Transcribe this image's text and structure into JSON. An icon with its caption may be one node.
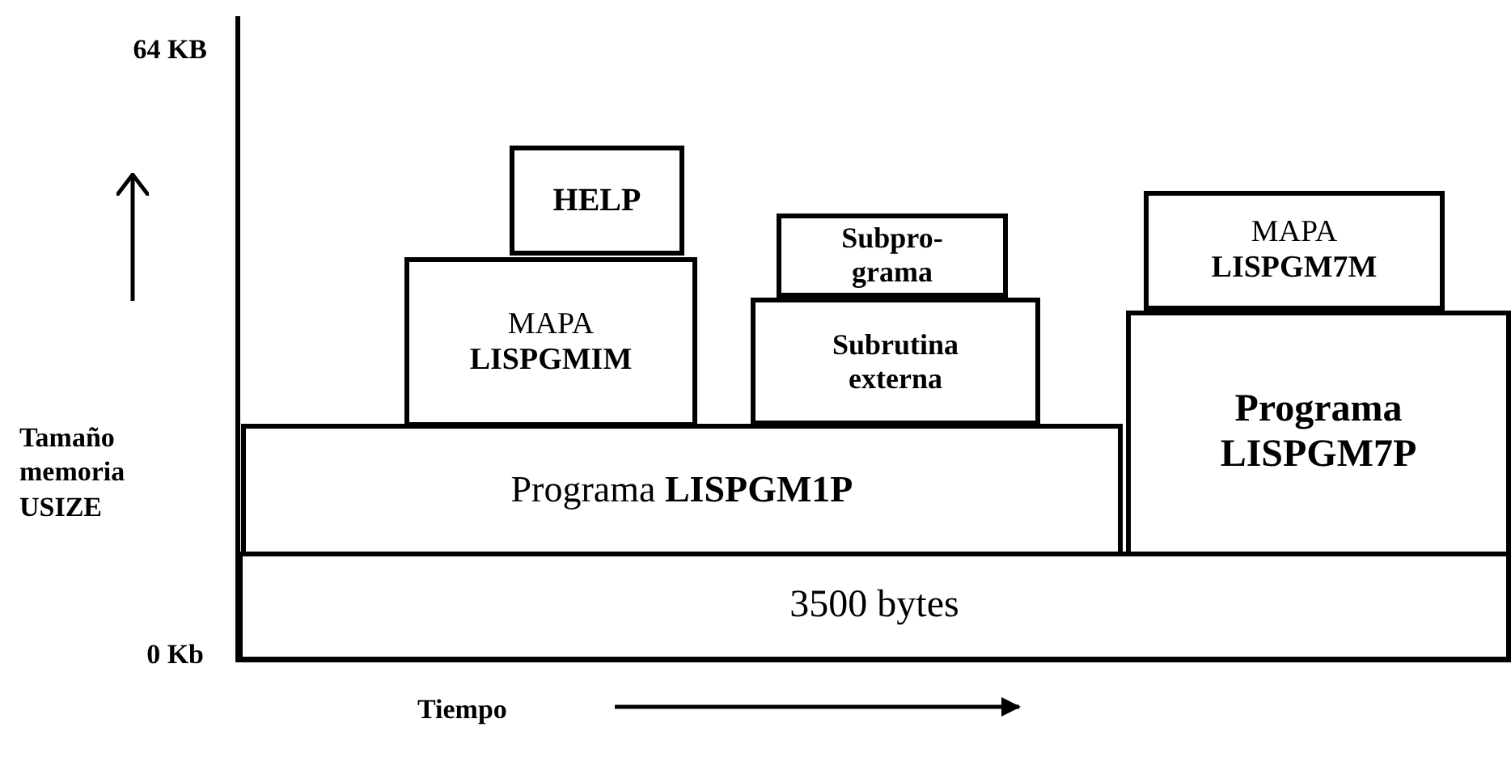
{
  "diagram": {
    "nodes": [
      {
        "text": [
          "HELP"
        ]
      },
      {
        "text": [
          "Subpro- grama"
        ]
      },
      {
        "text": [
          "MAPA",
          "LISPGM7M"
        ]
      },
      {
        "text": [
          "MAPA",
          "LISPGMIM"
        ]
      },
      {
        "text": [
          "Subrutina externa"
        ]
      },
      {
        "text": [
          "Programa LISPGM7P"
        ]
      },
      {
        "text": [
          "Programa **LISPGM1P**"
        ]
      },
      {
        "text": [
          "3500 bytes"
        ]
      }
    ],
    "edges": [],
    "labels": [
      "64 KB",
      "Tamaño memoria USIZE",
      "0 Kb",
      "Tiempo"
    ]
  }
}
